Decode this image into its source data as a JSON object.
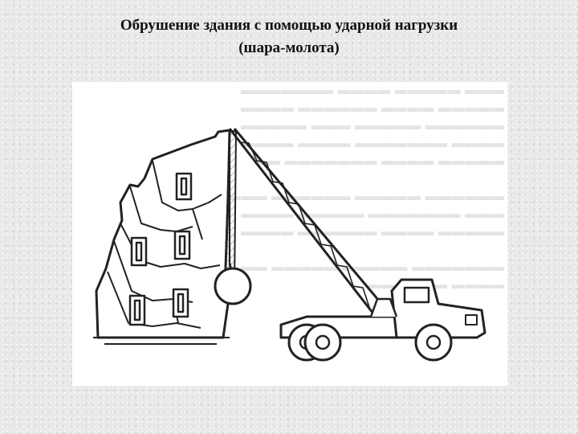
{
  "slide": {
    "title_line1": "Обрушение здания с помощью ударной нагрузки",
    "title_line2": "(шара-молота)"
  },
  "figure": {
    "ink_color": "#222222",
    "wall_hatch_color": "#555555",
    "background_color": "#ffffff",
    "parts": [
      "damaged-building",
      "crane-boom",
      "cable",
      "wrecking-ball",
      "crane-truck"
    ]
  }
}
